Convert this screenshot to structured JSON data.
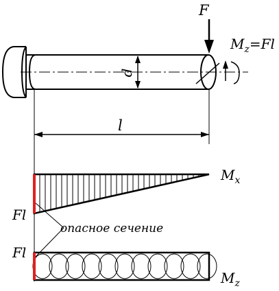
{
  "labels": {
    "force": "F",
    "moment_eq_left": "M",
    "moment_eq_sub": "z",
    "moment_eq_right": "=Fl",
    "diameter": "d",
    "length": "l",
    "bending_moment": "M",
    "bending_moment_sub": "x",
    "torque": "M",
    "torque_sub": "z",
    "fl_bending": "Fl",
    "fl_torque": "Fl",
    "dangerous_section": "опасное сечение"
  },
  "colors": {
    "line": "#000000",
    "dangerous_section": "#e02020"
  }
}
